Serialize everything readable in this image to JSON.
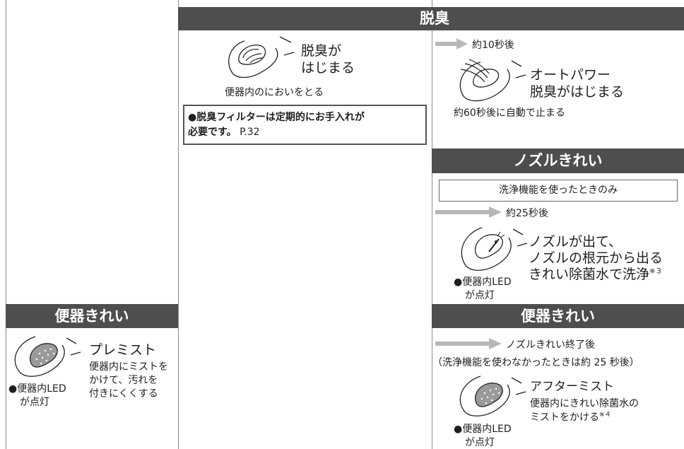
{
  "page": {
    "headers": {
      "deodorize": "脱臭",
      "nozzle": "ノズルきれい",
      "bowl_left": "便器きれい",
      "bowl_right": "便器きれい"
    },
    "deodorize": {
      "start_label_1": "脱臭が",
      "start_label_2": "はじまる",
      "caption": "便器内のにおいをとる",
      "note_line1": "●脱臭フィルターは定期的にお手入れが",
      "note_line2_a": "必要です。",
      "note_line2_b": "P.32",
      "timer": "約10秒後",
      "auto_1": "オートパワー",
      "auto_2": "脱臭がはじまる",
      "auto_stop": "約60秒後に自動で止まる"
    },
    "nozzle": {
      "condition": "洗浄機能を使ったときのみ",
      "timer": "約25秒後",
      "line1": "ノズルが出て、",
      "line2": "ノズルの根元から出る",
      "line3": "きれい除菌水で洗浄",
      "note_mark": "※３",
      "led_1": "●便器内LED",
      "led_2": "が点灯"
    },
    "bowl_left": {
      "title": "プレミスト",
      "desc1": "便器内にミストを",
      "desc2": "かけて、汚れを",
      "desc3": "付きにくくする",
      "led_1": "●便器内LED",
      "led_2": "が点灯"
    },
    "bowl_right": {
      "timer": "ノズルきれい終了後",
      "condition": "（洗浄機能を使わなかったときは約 25 秒後）",
      "title": "アフターミスト",
      "desc1": "便器内にきれい除菌水の",
      "desc2": "ミストをかける",
      "note_mark": "※４",
      "led_1": "●便器内LED",
      "led_2": "が点灯"
    }
  },
  "colors": {
    "band": "#4e4e4e",
    "arrow": "#b8b8b8",
    "bowl_fill": "#9a9a9a"
  }
}
